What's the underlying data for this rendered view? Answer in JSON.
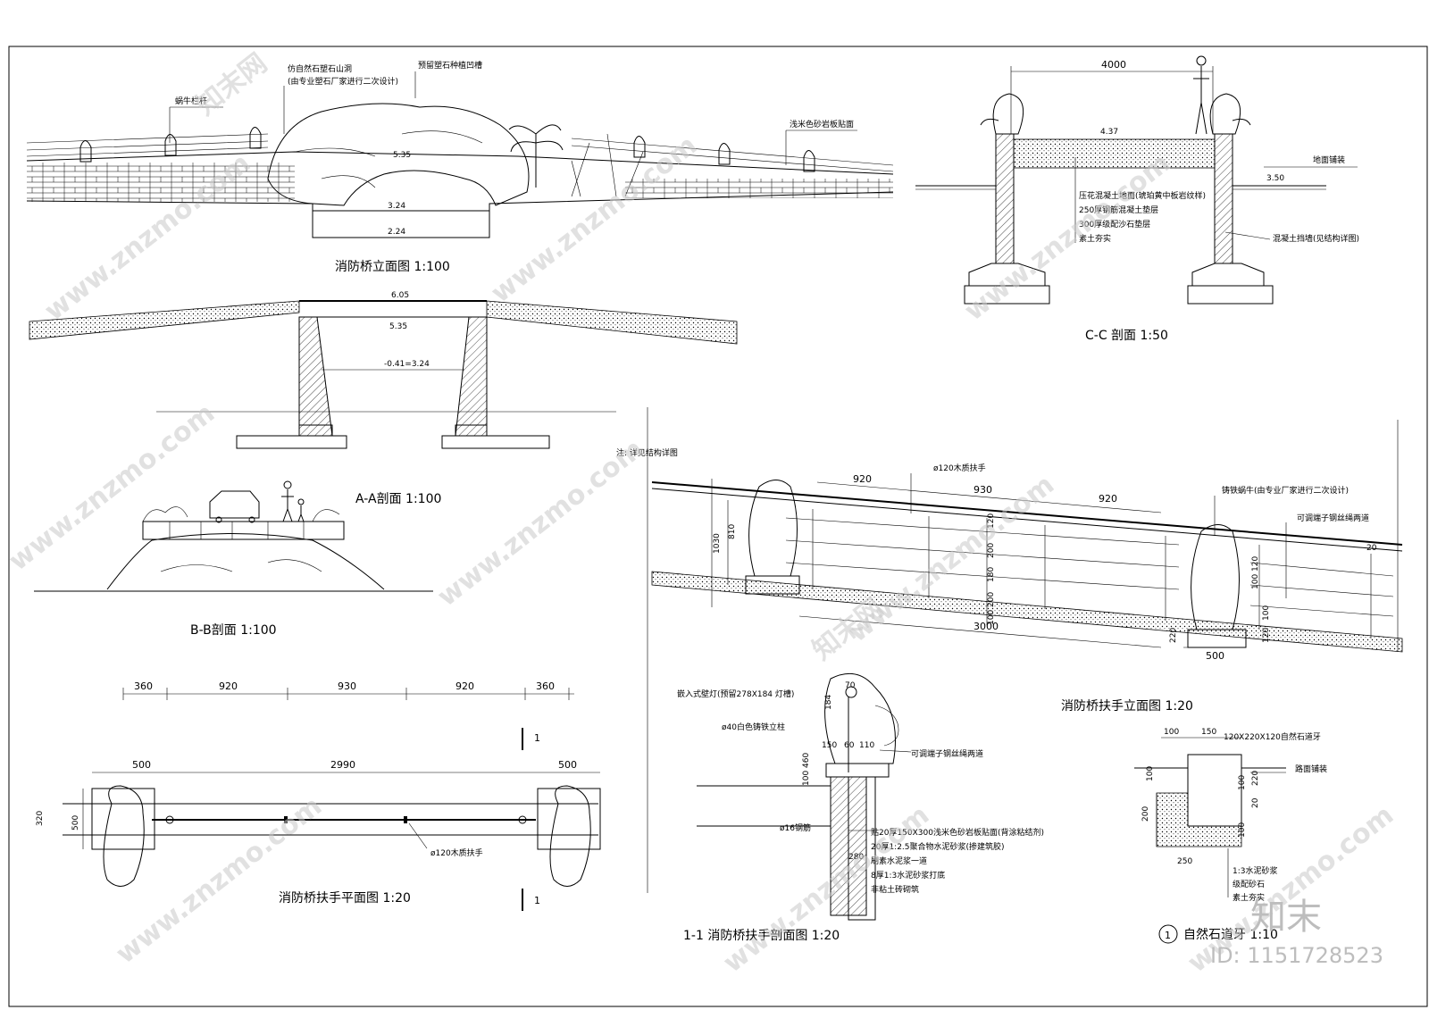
{
  "elevation": {
    "title": "消防桥立面图    1:100",
    "labels": {
      "snail_rail": "蜗牛栏杆",
      "rock_cave": "仿自然石塑石山洞",
      "rock_cave_note": "(由专业塑石厂家进行二次设计)",
      "planting_groove": "预留塑石种植凹槽",
      "stone_facing": "浅米色砂岩板贴面"
    },
    "levels": [
      "5.35",
      "3.24",
      "2.24"
    ]
  },
  "section_aa_top": {
    "levels": [
      "6.05",
      "5.35",
      "-0.41=3.24"
    ]
  },
  "section_aa": {
    "title": "A-A剖面     1:100"
  },
  "section_bb": {
    "title": "B-B剖面     1:100"
  },
  "section_cc": {
    "title": "C-C 剖面   1:50",
    "dim_width": "4000",
    "level_top": "4.37",
    "level_road": "3.50",
    "road_paving": "地面铺装",
    "layers": [
      "压花混凝土地面(琥珀黄中板岩纹样)",
      "250厚钢筋混凝土垫层",
      "300厚级配沙石垫层",
      "素土夯实"
    ],
    "retaining_wall": "混凝土挡墙(见结构详图)"
  },
  "handrail_elevation": {
    "title": "消防桥扶手立面图        1:20",
    "note": "注: 详见结构详图",
    "handrail": "ø120木质扶手",
    "snail": "铸铁蜗牛(由专业厂家进行二次设计)",
    "wire": "可调端子钢丝绳两道",
    "dims_top": [
      "920",
      "930",
      "920"
    ],
    "dims_bottom": "3000",
    "dims_post": "500",
    "dims_left": [
      "1030",
      "810"
    ],
    "dims_mid": [
      "120",
      "200",
      "180",
      "200",
      "100"
    ],
    "dims_right": [
      "220",
      "120",
      "100"
    ],
    "dims_right2": [
      "120",
      "100",
      "20"
    ]
  },
  "handrail_plan": {
    "title": "消防桥扶手平面图      1:20",
    "dims_top": [
      "360",
      "920",
      "930",
      "920",
      "360"
    ],
    "dims_second": [
      "500",
      "2990",
      "500"
    ],
    "dims_left": [
      "320",
      "500"
    ],
    "handrail": "ø120木质扶手",
    "cut_mark": "1"
  },
  "handrail_section": {
    "title": "1-1 消防桥扶手剖面图     1:20",
    "lamp": "嵌入式壁灯(预留278X184 灯槽)",
    "post": "ø40白色铸铁立柱",
    "wire": "可调端子钢丝绳两道",
    "rebar": "ø16钢筋",
    "dims": [
      "70",
      "184",
      "150",
      "60",
      "110",
      "460",
      "100",
      "280"
    ],
    "layers": [
      "贴20厚150X300浅米色砂岩板贴面(背涂粘结剂)",
      "20厚1:2.5聚合物水泥砂浆(掺建筑胶)",
      "刷素水泥浆一道",
      "8厚1:3水泥砂浆打底",
      "非粘土砖砌筑"
    ]
  },
  "curb_detail": {
    "number": "1",
    "title": "自然石道牙     1:10",
    "stone": "120X220X120自然石道牙",
    "paving": "路面铺装",
    "dims_top": [
      "100",
      "150"
    ],
    "dims_left": [
      "100",
      "200"
    ],
    "dims_right": [
      "220",
      "100",
      "20",
      "100"
    ],
    "dims_bottom": "250",
    "layers": [
      "1:3水泥砂浆",
      "级配砂石",
      "素土夯实"
    ]
  },
  "watermark": {
    "site": "www.znzmo.com",
    "brand": "知末",
    "brand_alt": "知末网",
    "id": "ID: 1151728523"
  }
}
